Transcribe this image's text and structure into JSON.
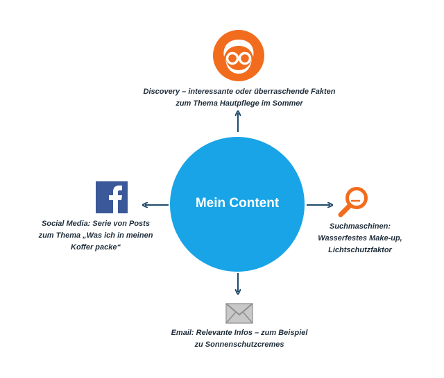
{
  "center": {
    "title": "Mein Content"
  },
  "top": {
    "icon": "glasses-face-icon",
    "line1": "Discovery – interessante oder überraschende Fakten",
    "line2": "zum Thema Hautpflege im Sommer"
  },
  "left": {
    "icon": "facebook-icon",
    "line1": "Social Media:  Serie von Posts",
    "line2": "zum Thema „Was ich in meinen",
    "line3": "Koffer packe“"
  },
  "right": {
    "icon": "magnifier-icon",
    "line1": "Suchmaschinen:",
    "line2": "Wasserfestes Make-up,",
    "line3": "Lichtschutzfaktor"
  },
  "bottom": {
    "icon": "envelope-icon",
    "line1": "Email: Relevante Infos – zum Beispiel",
    "line2": "zu Sonnenschutzcremes"
  },
  "colors": {
    "circle": "#18a4e6",
    "arrow": "#1e4a6a",
    "orange": "#f26c1d",
    "facebook": "#3b5998",
    "envelope": "#b4b4b4"
  }
}
